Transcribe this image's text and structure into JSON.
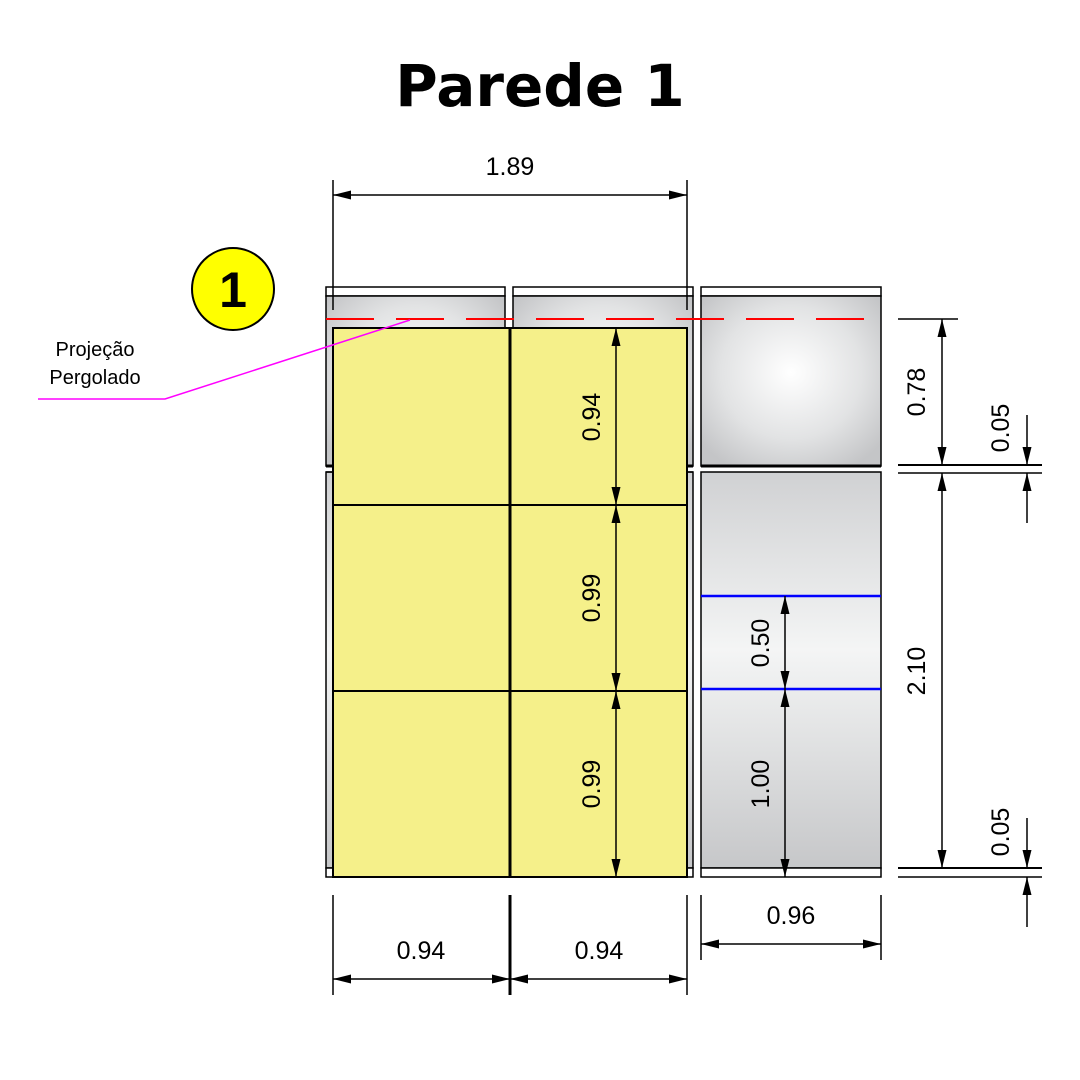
{
  "title": "Parede 1",
  "badge": {
    "number": "1",
    "fill": "#ffff00"
  },
  "label": {
    "line1": "Projeção",
    "line2": "Pergolado",
    "leader_color": "#ff00ff"
  },
  "colors": {
    "panel_fill": "#f5f08a",
    "wall_gray": "#c8c9cb",
    "projection_line": "#ff0000",
    "opening_line": "#0000ff"
  },
  "dimensions": {
    "total_width": "1.89",
    "panel_width_left": "0.94",
    "panel_width_right": "0.94",
    "side_width": "0.96",
    "panel_row_1": "0.94",
    "panel_row_2": "0.99",
    "panel_row_3": "0.99",
    "upper_height": "0.78",
    "beam_top": "0.05",
    "lower_height": "2.10",
    "beam_bottom": "0.05",
    "opening_height": "0.50",
    "sill_height": "1.00"
  }
}
